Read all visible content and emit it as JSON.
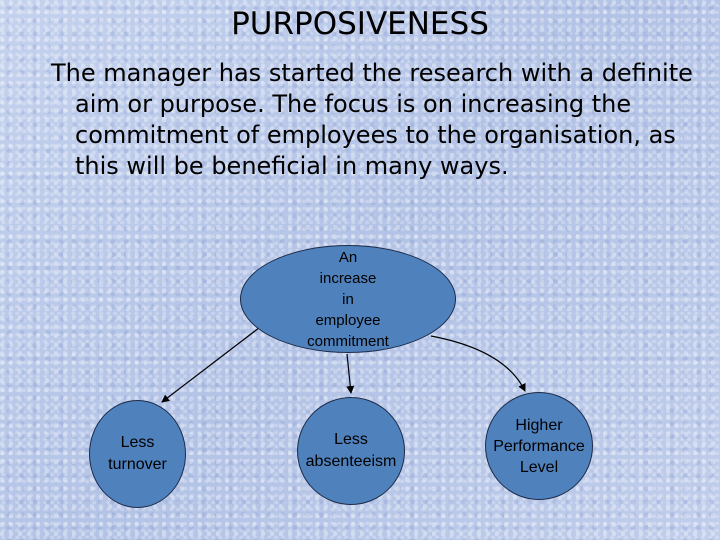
{
  "slide": {
    "title": "PURPOSIVENESS",
    "body": "The manager has started the research with a definite aim or purpose. The focus is on increasing the commitment of employees to the organisation, as this will be beneficial in many ways."
  },
  "diagram": {
    "nodes": [
      {
        "id": "top",
        "lines": [
          "An",
          "increase",
          "in",
          "employee",
          "commitment"
        ]
      },
      {
        "id": "left",
        "lines": [
          "Less",
          "turnover"
        ]
      },
      {
        "id": "mid",
        "lines": [
          "Less",
          "absenteeism"
        ]
      },
      {
        "id": "right",
        "lines": [
          "Higher",
          "Performance",
          "Level"
        ]
      }
    ],
    "edges": [
      {
        "from": "top",
        "to": "left"
      },
      {
        "from": "top",
        "to": "mid"
      },
      {
        "from": "top",
        "to": "right"
      }
    ],
    "colors": {
      "node_fill": "#4f81bd",
      "node_border": "#1c2b47",
      "edge": "#000000"
    }
  }
}
